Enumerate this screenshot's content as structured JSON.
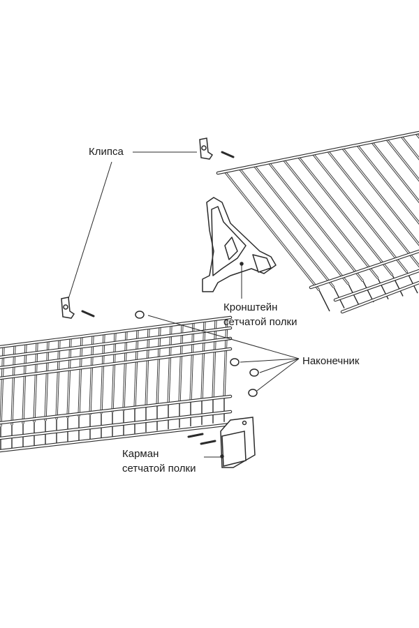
{
  "labels": {
    "clip": "Клипса",
    "bracket_line1": "Кронштейн",
    "bracket_line2": "сетчатой полки",
    "end_cap": "Наконечник",
    "pocket_line1": "Карман",
    "pocket_line2": "сетчатой полки"
  },
  "colors": {
    "line": "#2a2a2a",
    "fill": "#ffffff"
  }
}
